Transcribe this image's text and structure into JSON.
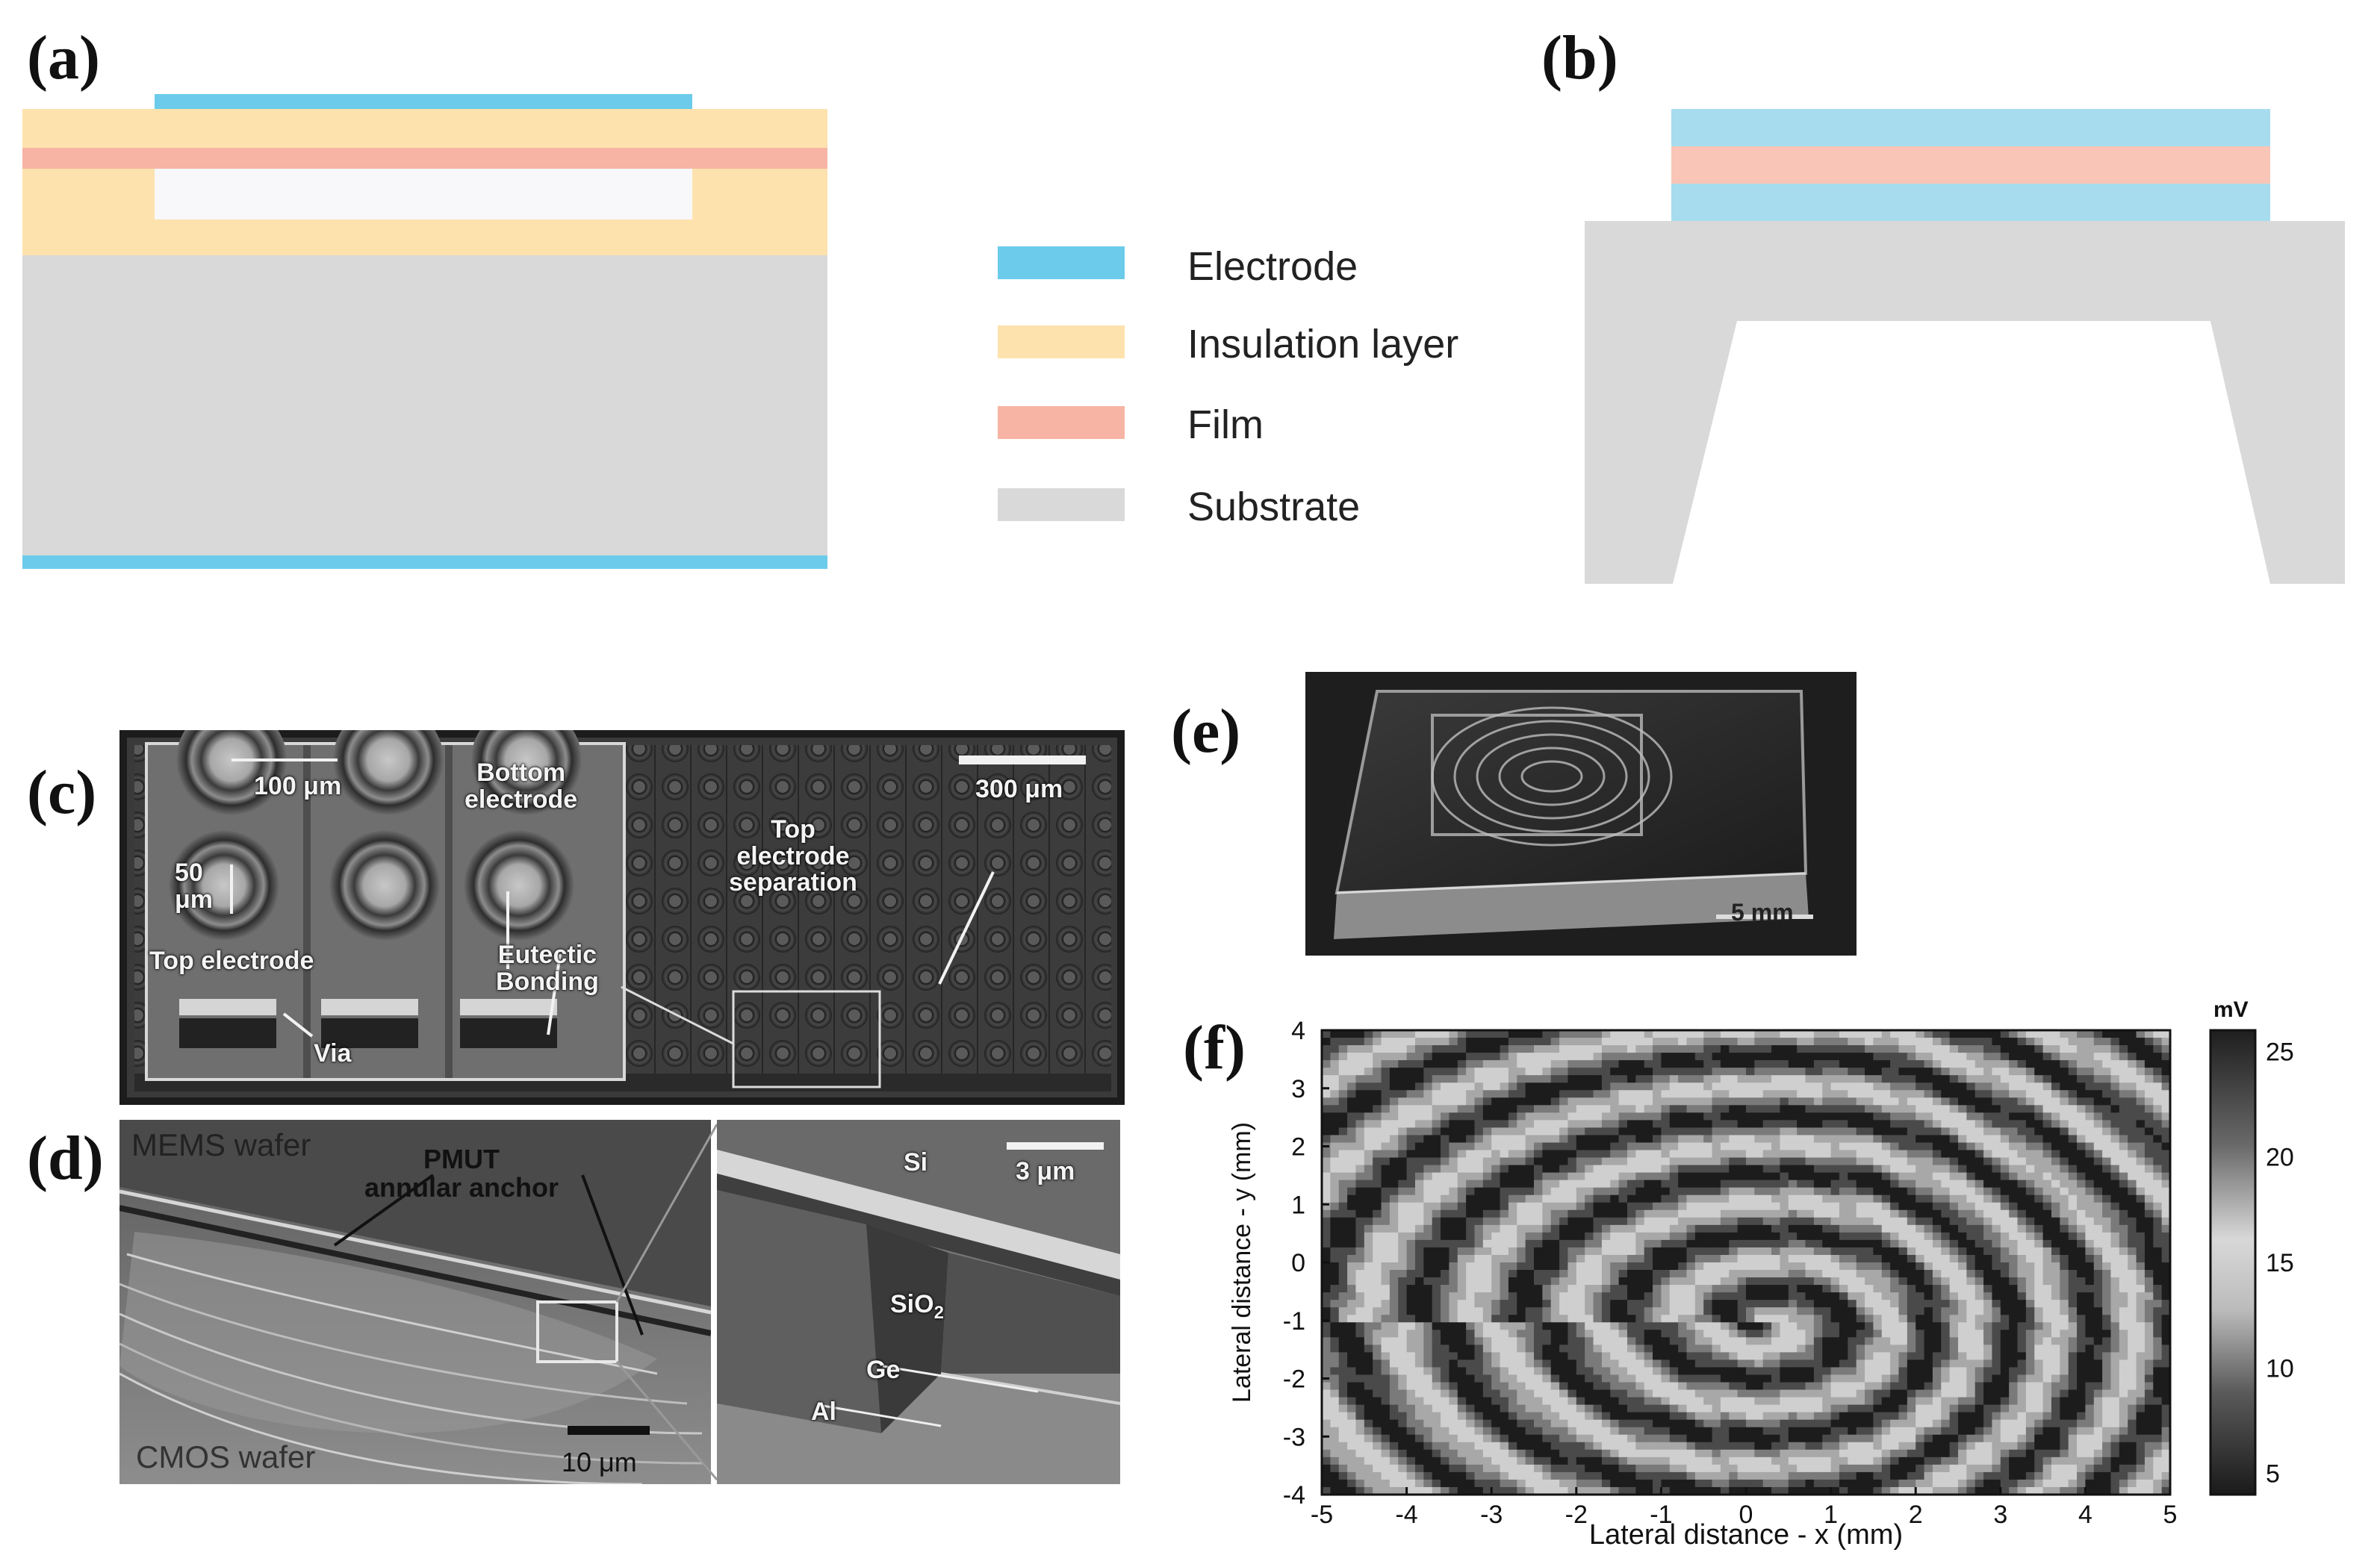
{
  "panels": {
    "a": "(a)",
    "b": "(b)",
    "c": "(c)",
    "d": "(d)",
    "e": "(e)",
    "f": "(f)"
  },
  "legend": {
    "electrode": "Electrode",
    "insulation": "Insulation layer",
    "film": "Film",
    "substrate": "Substrate"
  },
  "colors": {
    "electrode": "#6ccbea",
    "insulation": "#fde2ad",
    "film": "#f7b4a4",
    "substrate": "#d9d9d9",
    "film_b": "#f9c5b6",
    "electrode_b": "#a6dcee"
  },
  "c": {
    "scale_100": "100 μm",
    "bottom_electrode": "Bottom\nelectrode",
    "scale_50": "50\nμm",
    "top_electrode": "Top electrode",
    "eutectic": "Eutectic\nBonding",
    "via": "Via",
    "top_sep": "Top\nelectrode\nseparation",
    "scale_300": "300 μm"
  },
  "d": {
    "mems": "MEMS wafer",
    "pmut": "PMUT\nannular anchor",
    "cmos": "CMOS wafer",
    "scale_10": "10 μm",
    "si": "Si",
    "scale_3": "3 μm",
    "sio2": "SiO",
    "sio2_sub": "2",
    "ge": "Ge",
    "al": "Al"
  },
  "e": {
    "scale_5": "5 mm"
  },
  "chart_data": {
    "type": "heatmap",
    "xlabel": "Lateral distance - x (mm)",
    "ylabel": "Lateral distance - y (mm)",
    "xlim": [
      -5,
      5
    ],
    "ylim": [
      -4,
      4
    ],
    "xticks": [
      -5,
      -4,
      -3,
      -2,
      -1,
      0,
      1,
      2,
      3,
      4,
      5
    ],
    "yticks": [
      4,
      3,
      2,
      1,
      0,
      -1,
      -2,
      -3,
      -4
    ],
    "colorbar": {
      "unit": "mV",
      "ticks": [
        25,
        20,
        15,
        10,
        5
      ],
      "range": [
        4,
        26
      ]
    }
  }
}
